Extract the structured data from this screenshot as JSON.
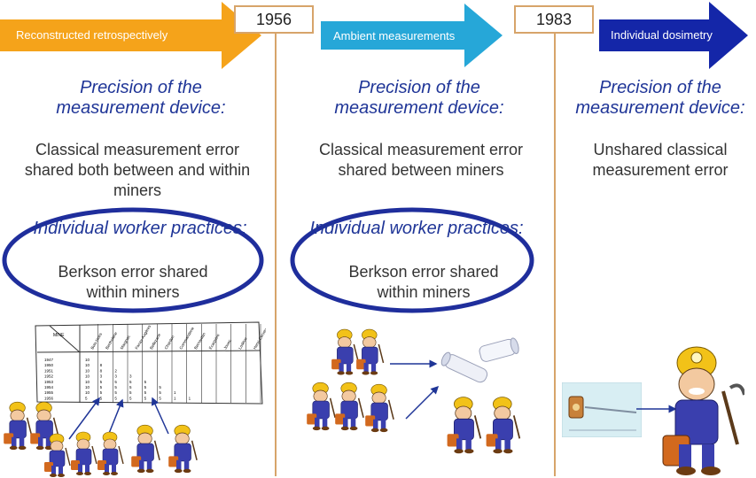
{
  "periods": [
    {
      "arrow_label": "Reconstructed retrospectively",
      "arrow_color": "#f5a31a",
      "heading": "Precision of the measurement device:",
      "device_error": "Classical measurement error shared both between and within miners",
      "practices_heading": "Individual worker practices:",
      "practices_error": "Berkson error shared within miners"
    },
    {
      "arrow_label": "Ambient measurements",
      "arrow_color": "#26a7d8",
      "heading": "Precision of the measurement device:",
      "device_error": "Classical measurement error shared between miners",
      "practices_heading": "Individual worker practices:",
      "practices_error": "Berkson error shared within miners"
    },
    {
      "arrow_label": "Individual dosimetry",
      "arrow_color": "#1426a8",
      "heading": "Precision of the measurement device:",
      "device_error": "Unshared classical measurement error"
    }
  ],
  "years": [
    "1956",
    "1983"
  ],
  "colors": {
    "heading": "#1f3597",
    "ellipse": "#1f2e9c",
    "timeline": "#d7a46a",
    "miner_overall": "#3a3fae",
    "helmet": "#f2c218"
  },
  "table_figure": {
    "header_first": "MINE",
    "header_cols": [
      "Bois-Noirs",
      "Bertholène",
      "Margnac",
      "Fanay-Augères",
      "Bellezane",
      "Chardon",
      "Commanderie",
      "Bernardan",
      "Ecarpière",
      "Jouac",
      "Lodève",
      "Henri-Cerveu"
    ],
    "rows": [
      {
        "year": "1947",
        "vals": [
          "10"
        ]
      },
      {
        "year": "1950",
        "vals": [
          "10",
          "8"
        ]
      },
      {
        "year": "1951",
        "vals": [
          "10",
          "8",
          "2"
        ]
      },
      {
        "year": "1952",
        "vals": [
          "10",
          "3",
          "3",
          "3"
        ]
      },
      {
        "year": "1953",
        "vals": [
          "10",
          "5",
          "5",
          "5",
          "5"
        ]
      },
      {
        "year": "1954",
        "vals": [
          "10",
          "5",
          "5",
          "5",
          "5",
          "5"
        ]
      },
      {
        "year": "1955",
        "vals": [
          "10",
          "5",
          "5",
          "5",
          "5",
          "5",
          "1"
        ]
      },
      {
        "year": "1956",
        "vals": [
          "5",
          "5",
          "5",
          "5",
          "5",
          "5",
          "1",
          "1"
        ]
      }
    ]
  },
  "icons": [
    "miner-icon",
    "dosimeter-tube-icon",
    "dosimeter-device-icon",
    "measurement-table-icon"
  ]
}
